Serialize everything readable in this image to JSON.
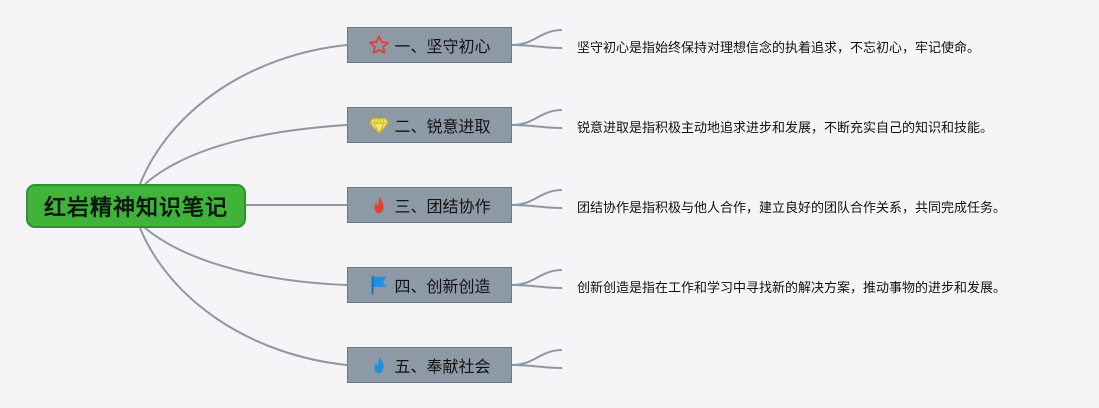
{
  "root": {
    "label": "红岩精神知识笔记"
  },
  "branches": [
    {
      "label": "一、坚守初心",
      "icon": "star-outline-icon",
      "color": "#e23b2e",
      "desc": "坚守初心是指始终保持对理想信念的执着追求，不忘初心，牢记使命。"
    },
    {
      "label": "二、锐意进取",
      "icon": "diamond-icon",
      "color": "#e8d94a",
      "desc": "锐意进取是指积极主动地追求进步和发展，不断充实自己的知识和技能。"
    },
    {
      "label": "三、团结协作",
      "icon": "fire-icon",
      "color": "#e4412e",
      "desc": "团结协作是指积极与他人合作，建立良好的团队合作关系，共同完成任务。"
    },
    {
      "label": "四、创新创造",
      "icon": "flag-icon",
      "color": "#1f8fe0",
      "desc": "创新创造是指在工作和学习中寻找新的解决方案，推动事物的进步和发展。"
    },
    {
      "label": "五、奉献社会",
      "icon": "fire-icon",
      "color": "#1f8fe0",
      "desc": ""
    }
  ]
}
